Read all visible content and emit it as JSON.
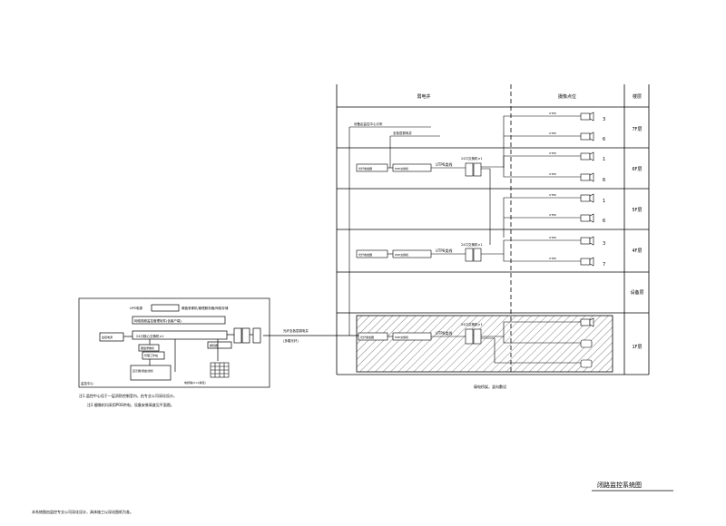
{
  "drawing": {
    "title": "闭路监控系统图",
    "footer_note": "本系统图由监控专业公司深化设计，具体施工以深化图纸为准。",
    "columns": {
      "col1": "弱电井",
      "col2": "摄像点位",
      "col3": "楼层"
    },
    "floors": [
      {
        "label": "7F层",
        "cams": [
          "3",
          "6"
        ]
      },
      {
        "label": "6F层",
        "cams": [
          "1",
          "6"
        ]
      },
      {
        "label": "5F层",
        "cams": [
          "1",
          "6"
        ]
      },
      {
        "label": "4F层",
        "cams": [
          "3",
          "7"
        ]
      },
      {
        "label": "设备层",
        "cams": []
      },
      {
        "label": "1F层",
        "cams": []
      }
    ],
    "riser": {
      "labels_top": [
        "设备由监控中心引来",
        "至各层弱电井"
      ],
      "switch_label": "24口交换机",
      "poe_label": "POE交换机",
      "fiber_label": "光纤收发器",
      "utp_label": "UTP6类线",
      "switch_count": "24口交换机×1",
      "cable_label": "UTP6",
      "bottom_note": "弱电桥架，竖向敷设"
    },
    "control_room": {
      "heading": "监控中心",
      "power": "UPS电源",
      "notes": "硬盘录像机/管理服务器/网络存储",
      "row1": "网络视频监控管理软件(含客户端)",
      "row2": "24口核心交换机×1",
      "ups": "监控电源",
      "hdd": "硬盘录像机",
      "pc": "管理工作站",
      "pc_sub": "显示器/键盘/鼠标",
      "decoder": "解码器",
      "tv_wall": "电视墙(2×2拼接)",
      "line_label": "光纤至各层弱电井",
      "line_sub": "(多模光纤)",
      "remark_1": "注1.监控中心设于一层消防控制室内，由专业公司深化设计。",
      "remark_2": "注2.摄像机均采用POE供电，设备安装高度见平面图。",
      "side": "监控中心"
    }
  }
}
